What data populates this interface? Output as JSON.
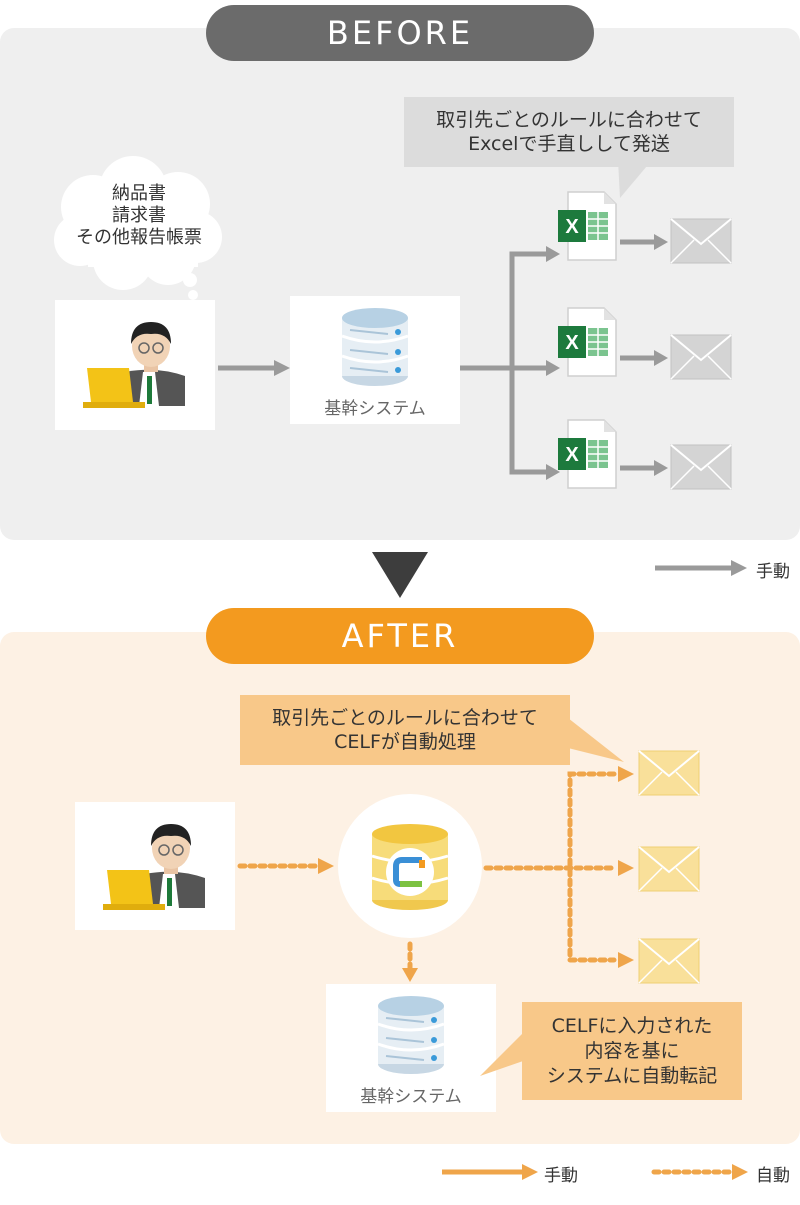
{
  "before": {
    "title": "BEFORE",
    "cloud_lines": [
      "納品書",
      "請求書",
      "その他報告帳票"
    ],
    "bubble_lines": [
      "取引先ごとのルールに合わせて",
      "Excelで手直しして発送"
    ],
    "system_label": "基幹システム"
  },
  "after": {
    "title": "AFTER",
    "bubble_lines": [
      "取引先ごとのルールに合わせて",
      "CELFが自動処理"
    ],
    "system_label": "基幹システム",
    "note_lines": [
      "CELFに入力された",
      "内容を基に",
      "システムに自動転記"
    ]
  },
  "legend": {
    "manual": "手動",
    "auto": "自動"
  },
  "colors": {
    "before_bg": "#efefef",
    "before_pill": "#6b6b6b",
    "after_bg": "#fdf1e4",
    "after_pill": "#f39a1f",
    "bubble_gray": "#dcdcdc",
    "bubble_orange": "#f8c889",
    "arrow_gray": "#9a9a9a",
    "arrow_orange": "#efa54a",
    "excel_green": "#1d7a3d",
    "envelope_gray": "#d4d4d4",
    "envelope_yellow": "#f9e09a"
  }
}
